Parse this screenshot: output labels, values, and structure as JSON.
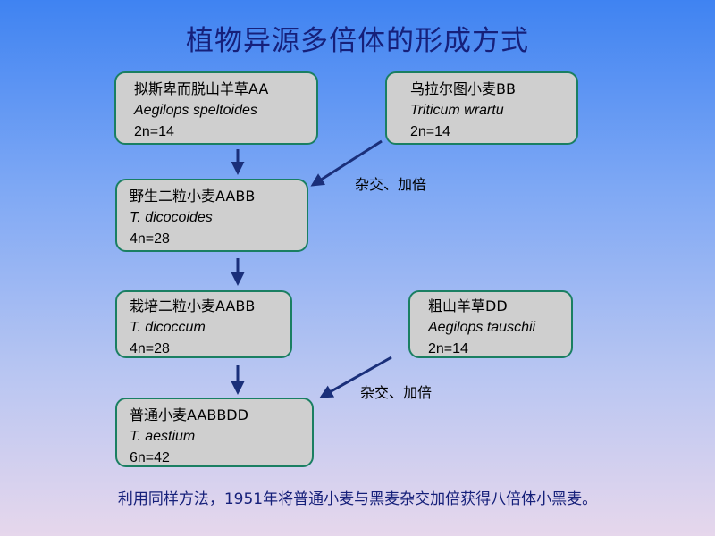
{
  "title": "植物异源多倍体的形成方式",
  "nodes": {
    "aegilops_speltoides": {
      "name": "拟斯卑而脱山羊草AA",
      "latin": "Aegilops speltoides",
      "chrom": "2n=14"
    },
    "triticum_urartu": {
      "name": "乌拉尔图小麦BB",
      "latin": "Triticum wrartu",
      "chrom": "2n=14"
    },
    "t_dicocoides": {
      "name": "野生二粒小麦AABB",
      "latin": "T. dicocoides",
      "chrom": "4n=28"
    },
    "t_dicoccum": {
      "name": "栽培二粒小麦AABB",
      "latin": "T. dicoccum",
      "chrom": "4n=28"
    },
    "aegilops_tauschii": {
      "name": "粗山羊草DD",
      "latin": "Aegilops tauschii",
      "chrom": "2n=14"
    },
    "t_aestium": {
      "name": "普通小麦AABBDD",
      "latin": "T. aestium",
      "chrom": "6n=42"
    }
  },
  "labels": {
    "hybrid_1": "杂交、加倍",
    "hybrid_2": "杂交、加倍"
  },
  "footer": "利用同样方法，1951年将普通小麦与黑麦杂交加倍获得八倍体小黑麦。",
  "colors": {
    "node_fill": "#cfcfcf",
    "node_border": "#1a7f62",
    "arrow": "#1a2f7a",
    "title": "#16207a"
  }
}
